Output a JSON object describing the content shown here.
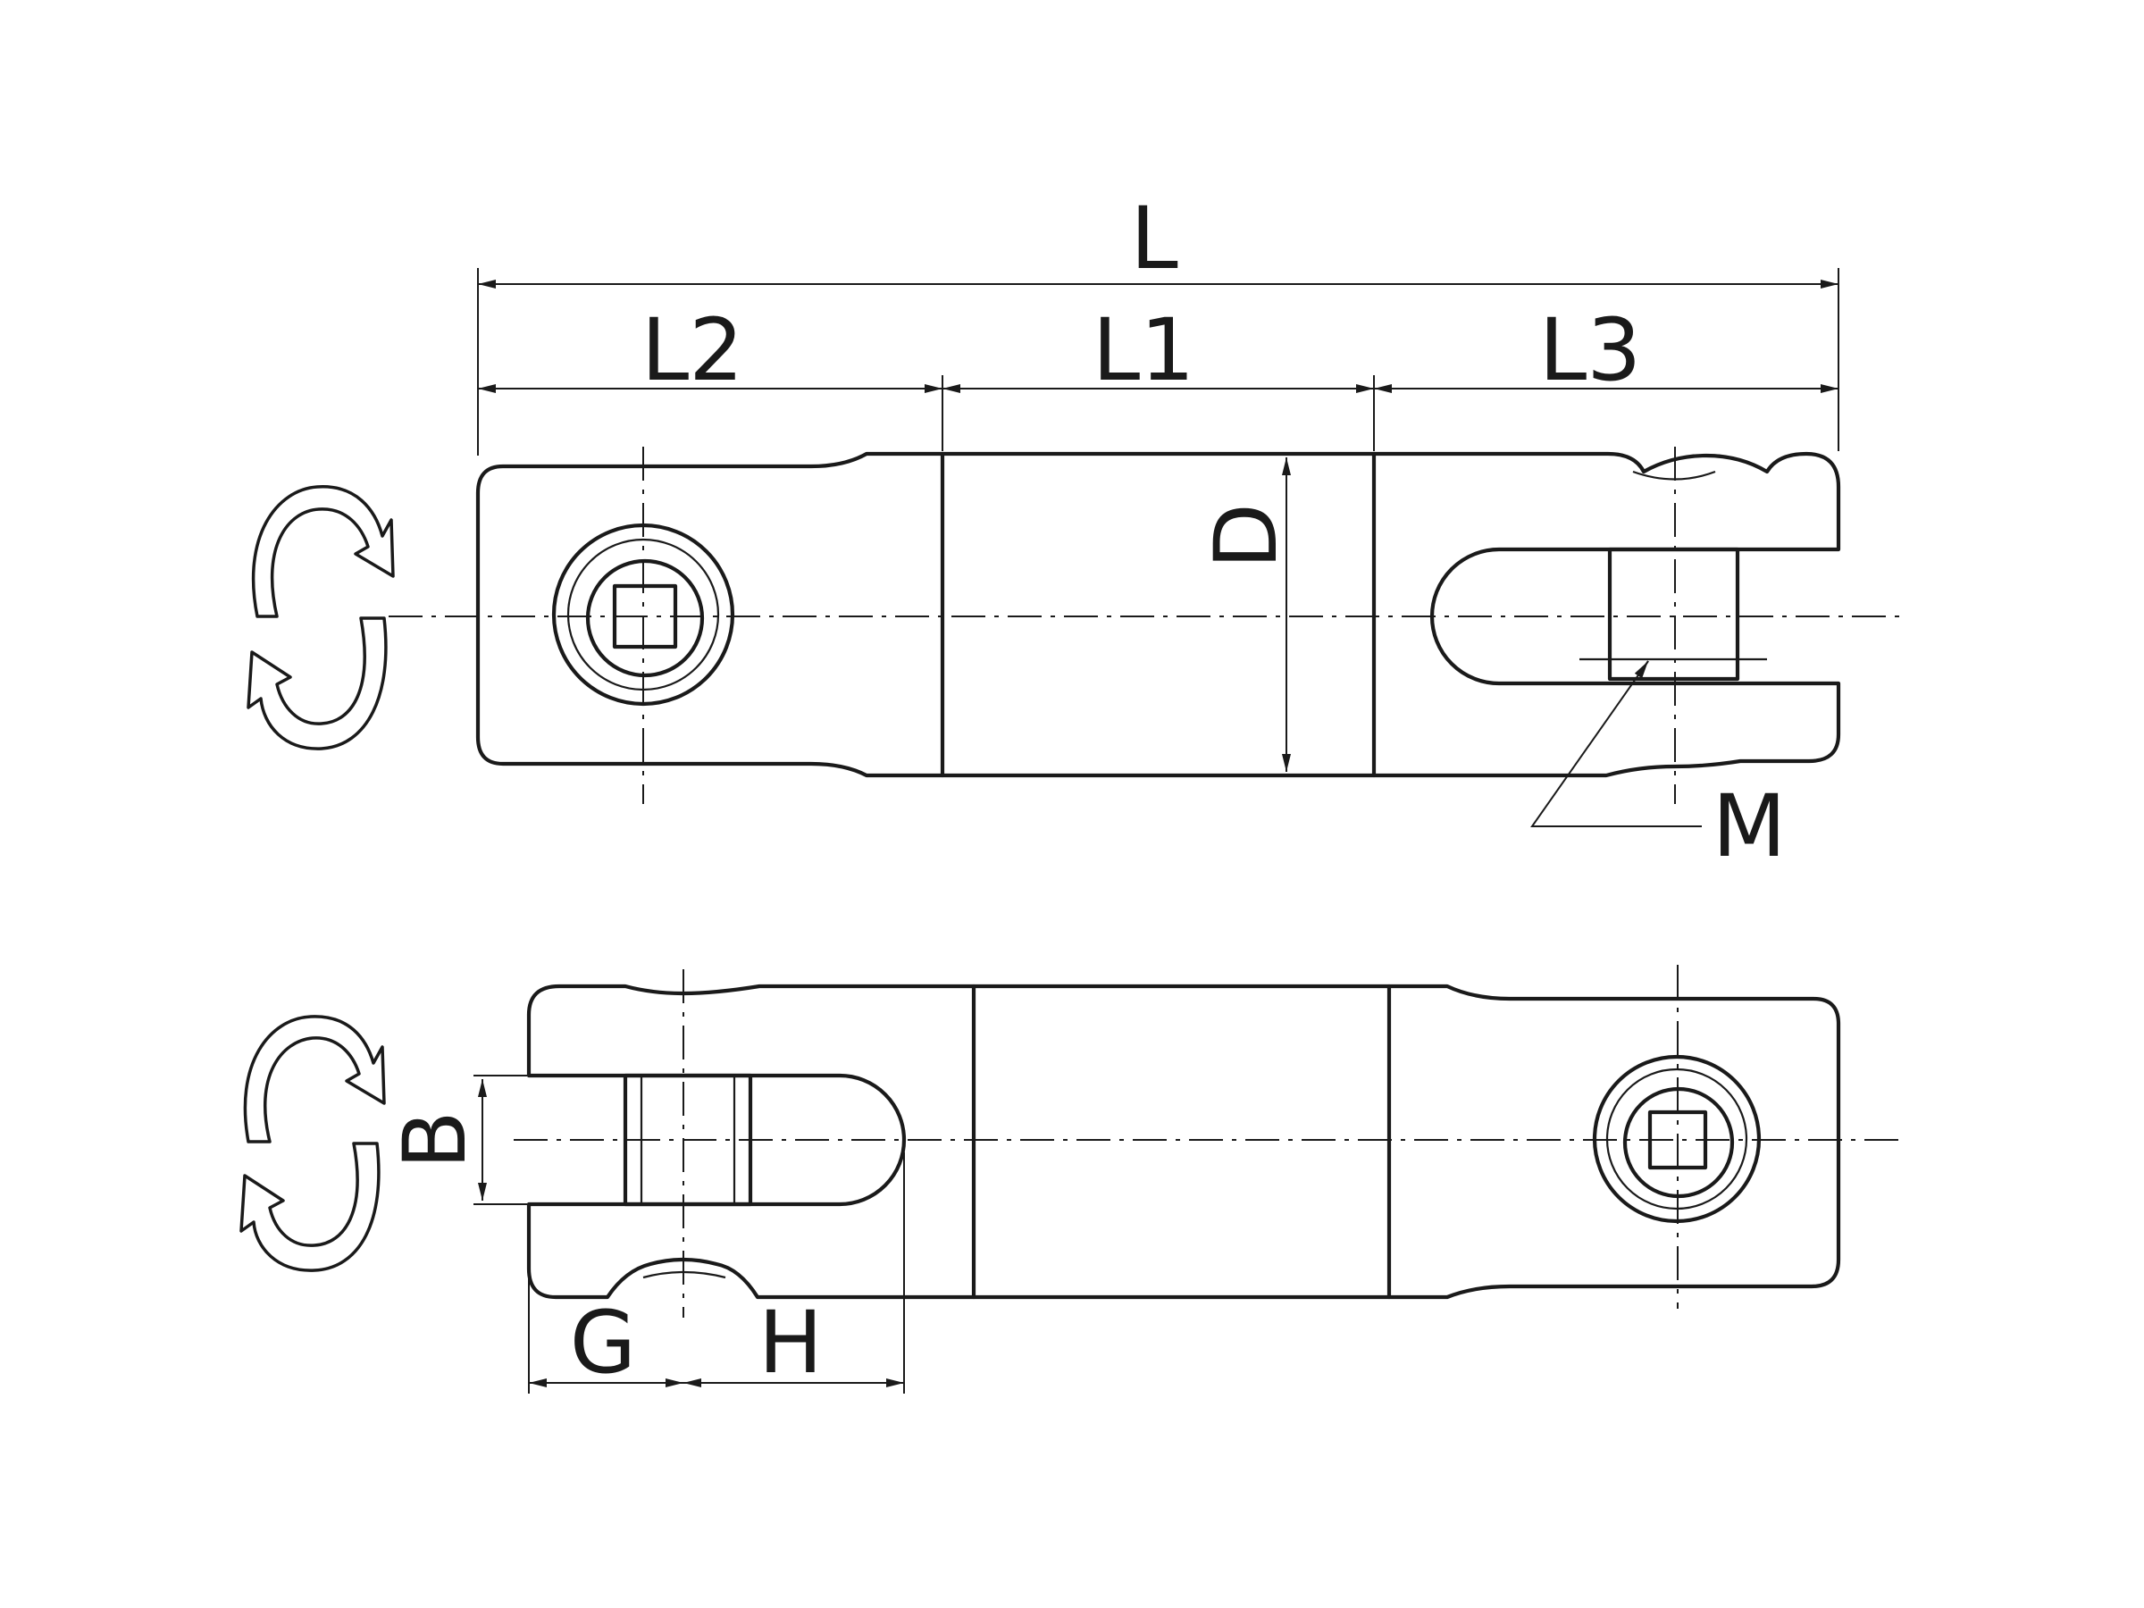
{
  "dimensions": {
    "L": "L",
    "L1": "L1",
    "L2": "L2",
    "L3": "L3",
    "D": "D",
    "M": "M",
    "B": "B",
    "G": "G",
    "H": "H"
  },
  "icons": {
    "rotation": "rotate-cycle-icon"
  }
}
